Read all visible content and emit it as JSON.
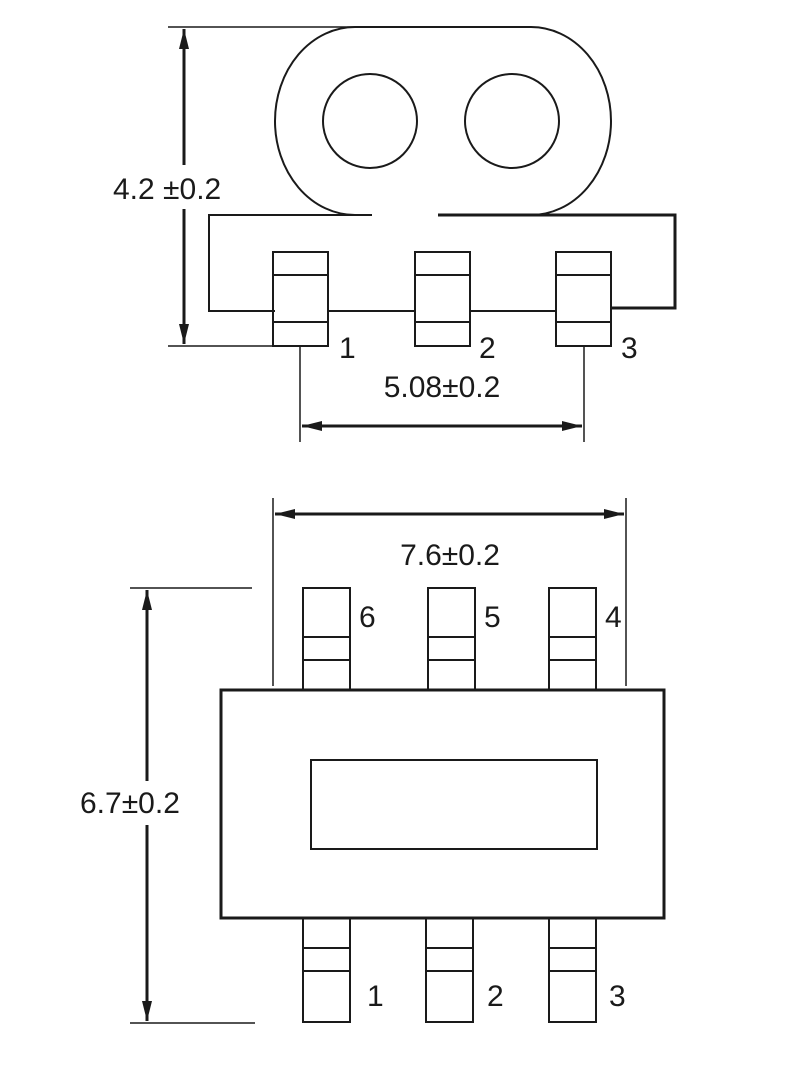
{
  "top_view": {
    "height_dimension": "4.2 ±0.2",
    "pitch_dimension": "5.08±0.2",
    "pin_labels": [
      "1",
      "2",
      "3"
    ]
  },
  "bottom_view": {
    "width_dimension": "7.6±0.2",
    "height_dimension": "6.7±0.2",
    "top_pin_labels": [
      "6",
      "5",
      "4"
    ],
    "bottom_pin_labels": [
      "1",
      "2",
      "3"
    ]
  },
  "colors": {
    "line": "#1a1a1a",
    "background": "#ffffff"
  }
}
